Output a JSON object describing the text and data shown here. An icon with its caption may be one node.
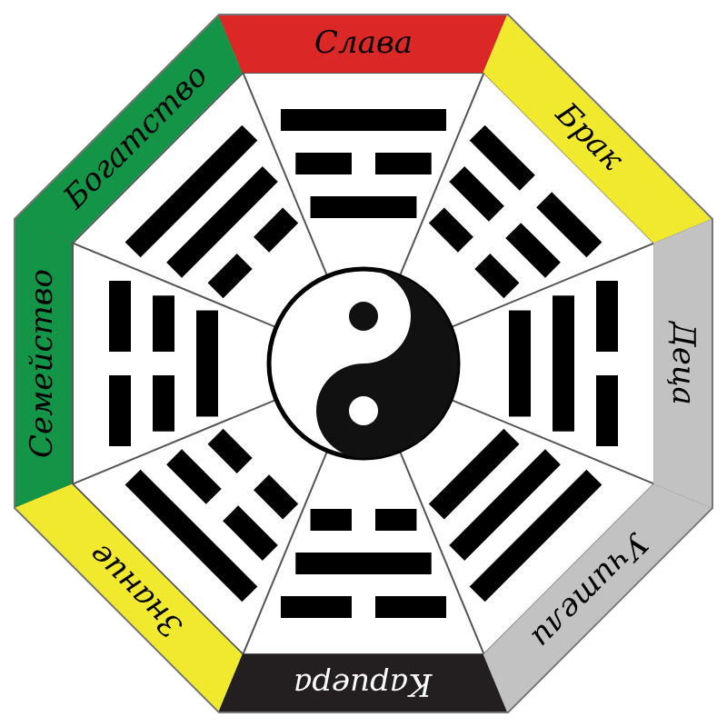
{
  "diagram": {
    "nodes": [
      {
        "text": [
          "Слава"
        ]
      },
      {
        "text": [
          "Брак"
        ]
      },
      {
        "text": [
          "Деца"
        ]
      },
      {
        "text": [
          "Учители"
        ]
      },
      {
        "text": [
          "Кариера"
        ]
      },
      {
        "text": [
          "Знание"
        ]
      },
      {
        "text": [
          "Семейство"
        ]
      },
      {
        "text": [
          "Богатство"
        ]
      }
    ]
  }
}
